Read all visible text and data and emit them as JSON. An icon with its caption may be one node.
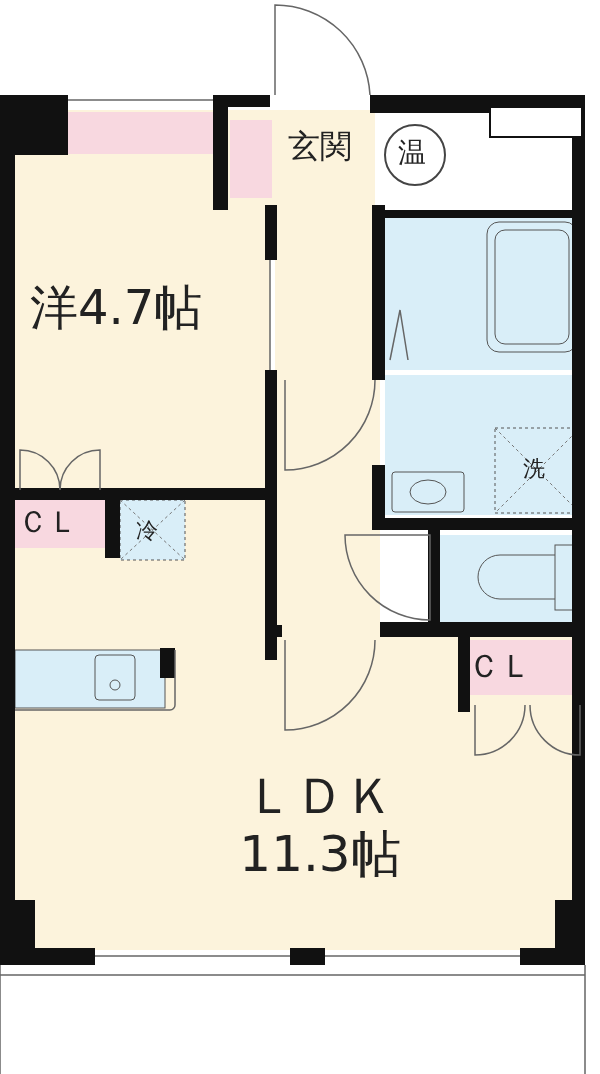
{
  "diagram": {
    "labels": [
      "玄関",
      "温",
      "洋4.7帖",
      "ＣＬ",
      "冷",
      "洗",
      "ＣＬ",
      "ＬＤＫ 11.3帖"
    ]
  }
}
